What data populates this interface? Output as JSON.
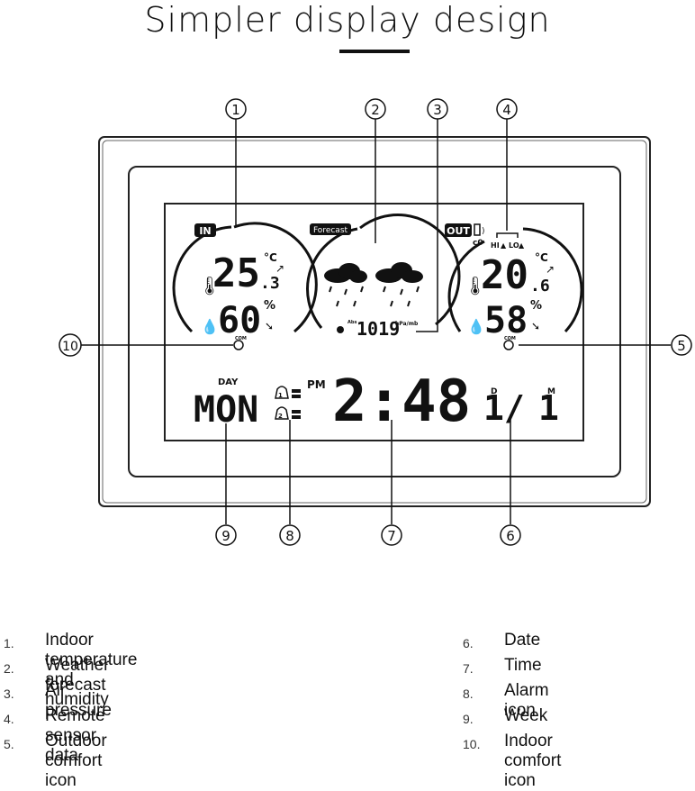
{
  "title": "Simpler display design",
  "display": {
    "in_badge": "IN",
    "forecast_badge": "Forecast",
    "out_badge": "OUT",
    "indoor_temp_main": "25",
    "indoor_temp_decimal": ".3",
    "indoor_humidity": "60",
    "outdoor_temp_main": "20",
    "outdoor_temp_decimal": ".6",
    "outdoor_humidity": "58",
    "temp_unit": "°C",
    "humidity_unit": "%",
    "pressure_prefix": "Abs",
    "pressure_value": "1019",
    "pressure_unit": "hPa/mb",
    "hi_label": "HI",
    "lo_label": "LO",
    "com_label": "COM",
    "day_label": "DAY",
    "weekday": "MON",
    "am_pm": "PM",
    "time": "2:48",
    "date_day": "1/",
    "date_month": "1",
    "date_day_label": "D",
    "date_month_label": "M"
  },
  "callouts": [
    "1",
    "2",
    "3",
    "4",
    "5",
    "6",
    "7",
    "8",
    "9",
    "10"
  ],
  "legend": [
    {
      "num": "1.",
      "text": "Indoor temperature and humidity"
    },
    {
      "num": "2.",
      "text": "Weather forecast"
    },
    {
      "num": "3.",
      "text": "Air pressure"
    },
    {
      "num": "4.",
      "text": "Remote sensor data"
    },
    {
      "num": "5.",
      "text": "Outdoor comfort icon"
    },
    {
      "num": "6.",
      "text": "Date"
    },
    {
      "num": "7.",
      "text": "Time"
    },
    {
      "num": "8.",
      "text": "Alarm icon"
    },
    {
      "num": "9.",
      "text": "Week"
    },
    {
      "num": "10.",
      "text": "Indoor comfort icon"
    }
  ]
}
